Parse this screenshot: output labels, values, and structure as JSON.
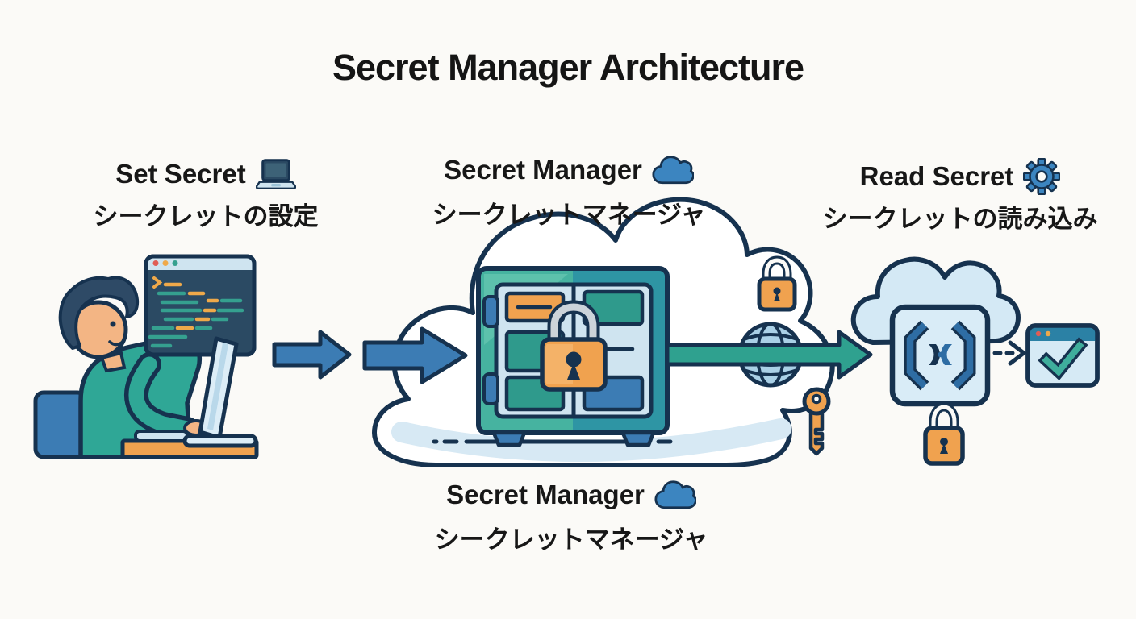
{
  "title": "Secret Manager Architecture",
  "sections": {
    "set_secret": {
      "label_en": "Set Secret",
      "label_ja": "シークレットの設定",
      "icon": "laptop-icon"
    },
    "secret_manager_top": {
      "label_en": "Secret Manager",
      "label_ja": "シークレットマネージャ",
      "icon": "cloud-icon"
    },
    "read_secret": {
      "label_en": "Read Secret",
      "label_ja": "シークレットの読み込み",
      "icon": "gear-icon"
    },
    "secret_manager_bottom": {
      "label_en": "Secret Manager",
      "label_ja": "シークレットマネージャ",
      "icon": "cloud-icon"
    }
  },
  "diagram_elements": [
    "developer-at-desk",
    "code-editor-window",
    "flow-arrow-blue",
    "flow-arrow-blue",
    "cloud-boundary",
    "secret-vault",
    "vault-padlock",
    "lock-icon",
    "globe-network-icon",
    "flow-arrow-teal",
    "key-icon",
    "api-cloud",
    "api-brackets-icon",
    "dashed-arrow",
    "browser-check-window",
    "lock-icon"
  ],
  "colors": {
    "background": "#fbfaf7",
    "outline_navy": "#16324f",
    "blue": "#3c7cb4",
    "teal": "#2fa18f",
    "orange": "#f0a24f",
    "light_blue": "#cfe6f4",
    "code_panel": "#2b4a63",
    "label_cloud_blue": "#3c85c0",
    "browser_header_teal": "#2b81a5"
  }
}
